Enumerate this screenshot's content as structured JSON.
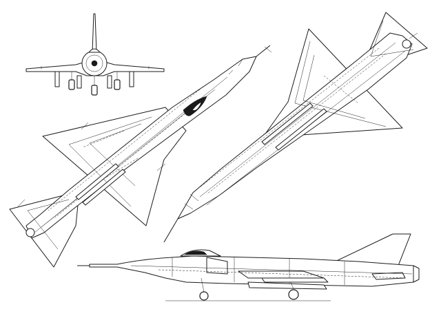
{
  "figure": {
    "kind": "aircraft three-view line drawing",
    "views": [
      "front-view",
      "top-view",
      "bottom-view",
      "side-view"
    ],
    "colors": {
      "line": "#1a1a1a",
      "background": "#ffffff"
    }
  }
}
